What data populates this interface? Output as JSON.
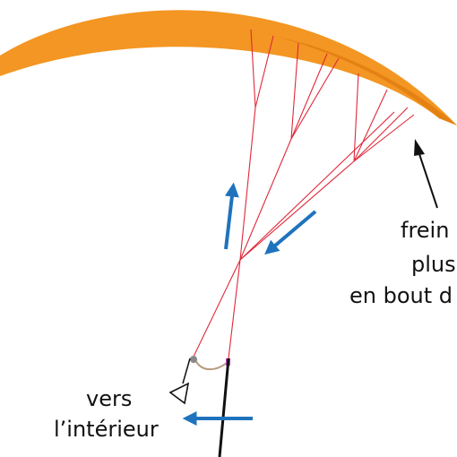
{
  "labels": {
    "brake_line1": "frein",
    "brake_line2": "plus",
    "brake_line3": "en bout d",
    "inward_line1": "vers",
    "inward_line2": "l’intérieur"
  },
  "colors": {
    "canopy": "#f39623",
    "canopy_dark": "#e07e10",
    "lines": "#e0283a",
    "arrows": "#1f73bd",
    "annotation": "#111111",
    "riser": "#b59a7c"
  },
  "icons": {
    "brake_arrow": "black-arrow-pointer",
    "flow_up": "blue-arrow-up",
    "flow_down": "blue-arrow-down",
    "inward": "blue-arrow-left",
    "pilot": "triangle-pilot-icon"
  }
}
